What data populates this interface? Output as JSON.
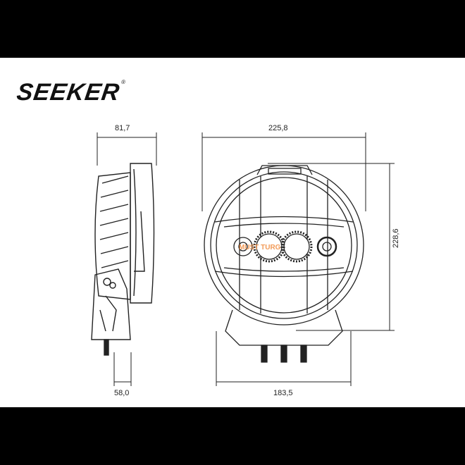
{
  "brand": {
    "name": "SEEKER",
    "mark": "®"
  },
  "dimensions": {
    "side_depth": "81,7",
    "front_width": "225,8",
    "front_height": "228,6",
    "mount_depth": "58,0",
    "mount_width": "183,5"
  },
  "watermark": "MUST TURG",
  "colors": {
    "line": "#222222",
    "accent": "#f08a3c"
  }
}
